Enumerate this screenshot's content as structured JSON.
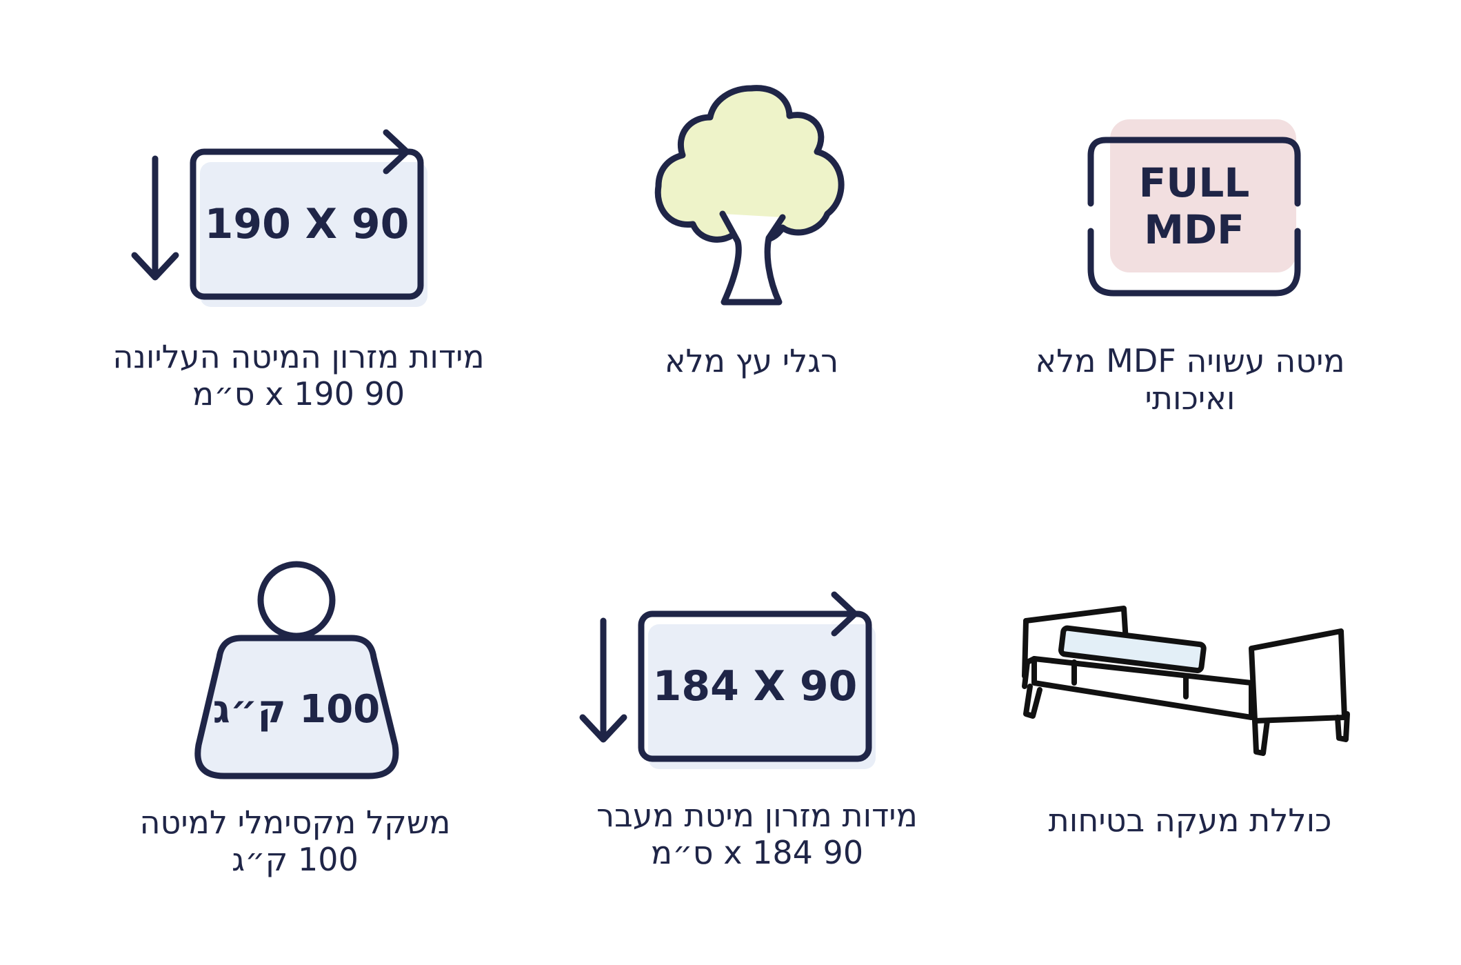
{
  "colors": {
    "ink": "#1f2547",
    "mattress_fill": "#e9eef7",
    "mdf_fill": "#f2dfe0",
    "tree_fill": "#eef3c9",
    "rail_fill": "#e3eff7"
  },
  "features": [
    {
      "icon": "mdf-frame-icon",
      "icon_text_line1": "FULL",
      "icon_text_line2": "MDF",
      "caption_line1": "מיטה עשויה MDF מלא",
      "caption_line2": "ואיכותי"
    },
    {
      "icon": "tree-icon",
      "caption_line1": "רגלי עץ מלא",
      "caption_line2": ""
    },
    {
      "icon": "mattress-size-icon",
      "icon_text": "190 X 90",
      "caption_line1": "מידות מזרון המיטה העליונה",
      "caption_line2": "90 x 190 ס״מ"
    },
    {
      "icon": "bed-rail-icon",
      "caption_line1": "כוללת מעקה בטיחות",
      "caption_line2": ""
    },
    {
      "icon": "mattress-size-icon",
      "icon_text": "184 X 90",
      "caption_line1": "מידות מזרון מיטת מעבר",
      "caption_line2": "90 x 184 ס״מ"
    },
    {
      "icon": "weight-icon",
      "icon_text": "100 ק״ג",
      "caption_line1": "משקל מקסימלי למיטה",
      "caption_line2": "100 ק״ג"
    }
  ]
}
